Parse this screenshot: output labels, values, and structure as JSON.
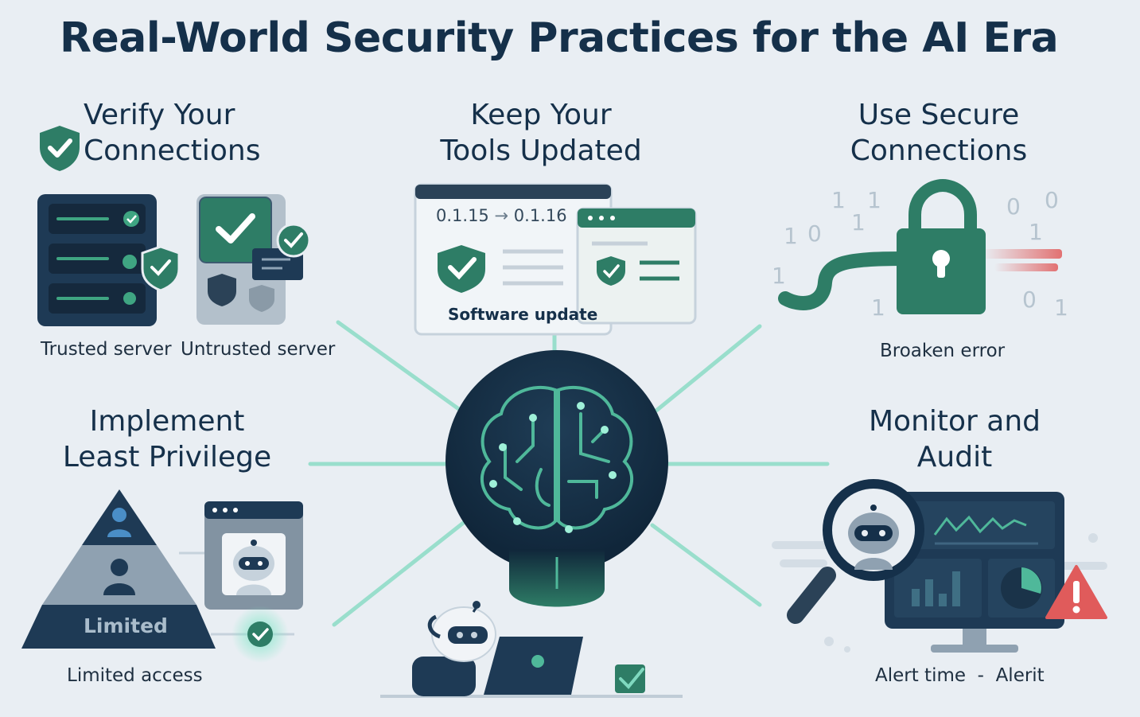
{
  "title": "Real-World Security Practices for the AI Era",
  "colors": {
    "navy": "#15304a",
    "teal": "#2e7d66",
    "mint": "#5fd8b5",
    "alert": "#e05b5b",
    "background": "#e9eef3"
  },
  "sections": {
    "verify": {
      "title_line1": "Verify Your",
      "title_line2": "Connections",
      "caption_trusted": "Trusted server",
      "caption_untrusted": "Untrusted server"
    },
    "update": {
      "title_line1": "Keep Your",
      "title_line2": "Tools Updated",
      "version_from": "0.1.15",
      "version_to": "0.1.16",
      "caption": "Software update"
    },
    "secure": {
      "title_line1": "Use Secure",
      "title_line2": "Connections",
      "caption": "Broaken error",
      "binary_digits": [
        "1",
        "1",
        "1",
        "0",
        "0",
        "1",
        "0",
        "1",
        "1",
        "1",
        "0",
        "1"
      ]
    },
    "privilege": {
      "title_line1": "Implement",
      "title_line2": "Least Privilege",
      "pyramid_label": "Limited",
      "caption": "Limited access"
    },
    "monitor": {
      "title_line1": "Monitor and",
      "title_line2": "Audit",
      "caption": "Alert time  -  Alerit"
    }
  },
  "icons": {
    "center": "brain-lightbulb-icon",
    "verify": "shield-check-icon",
    "secure": "padlock-icon",
    "monitor": "magnifier-robot-icon",
    "alert": "warning-triangle-icon"
  }
}
